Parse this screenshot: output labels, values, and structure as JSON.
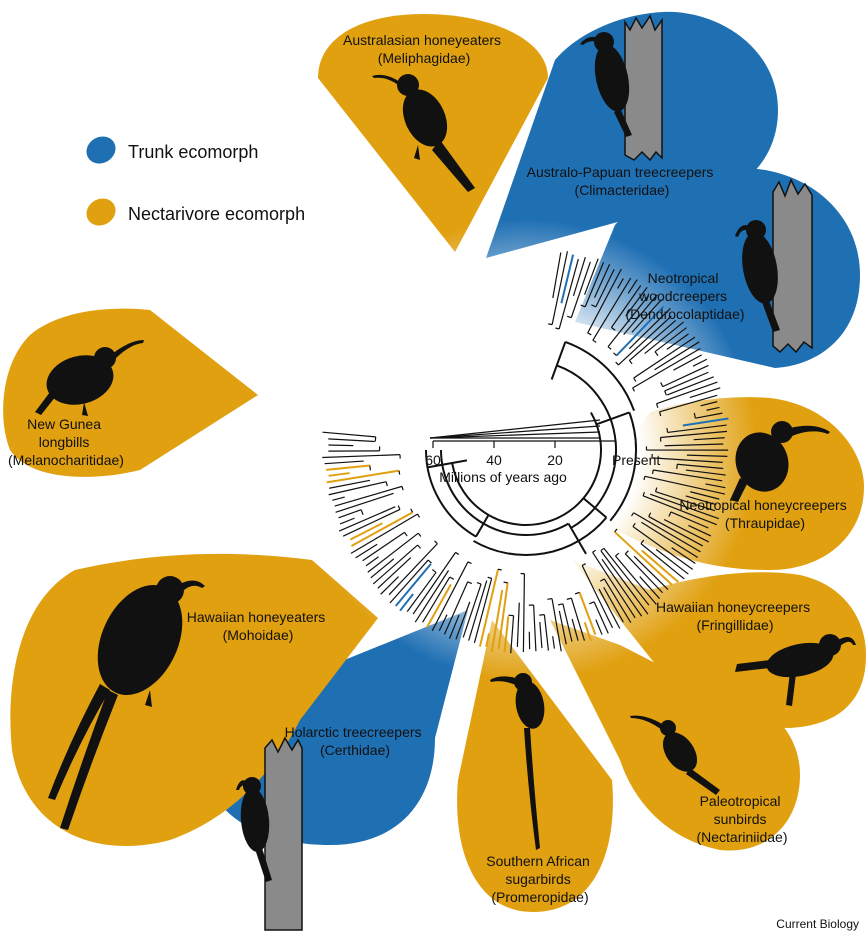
{
  "colors": {
    "trunk": "#1f6fb3",
    "nectarivore": "#e0a010",
    "branch": "#111111",
    "bark": "#8a8a8a",
    "silhouette": "#111111"
  },
  "legend": {
    "trunk_label": "Trunk ecomorph",
    "nectarivore_label": "Nectarivore ecomorph"
  },
  "axis": {
    "ticks": [
      "60",
      "40",
      "20",
      "Present"
    ],
    "title": "Millions of years ago"
  },
  "clades": [
    {
      "id": "meliphagidae",
      "ecomorph": "nectarivore",
      "icon": "honeyeater-silhouette-icon",
      "lines": [
        "Australasian honeyeaters",
        "(Meliphagidae)"
      ]
    },
    {
      "id": "climacteridae",
      "ecomorph": "trunk",
      "icon": "treecreeper-on-trunk-icon",
      "lines": [
        "Australo-Papuan treecreepers",
        "(Climacteridae)"
      ]
    },
    {
      "id": "dendrocolaptidae",
      "ecomorph": "trunk",
      "icon": "woodcreeper-on-trunk-icon",
      "lines": [
        "Neotropical",
        "woodcreepers",
        "(Dendrocolaptidae)"
      ]
    },
    {
      "id": "thraupidae",
      "ecomorph": "nectarivore",
      "icon": "honeycreeper-silhouette-icon",
      "lines": [
        "Neotropical honeycreepers",
        "(Thraupidae)"
      ]
    },
    {
      "id": "fringillidae",
      "ecomorph": "nectarivore",
      "icon": "hawaiian-honeycreeper-silhouette-icon",
      "lines": [
        "Hawaiian honeycreepers",
        "(Fringillidae)"
      ]
    },
    {
      "id": "nectariniidae",
      "ecomorph": "nectarivore",
      "icon": "sunbird-silhouette-icon",
      "lines": [
        "Paleotropical",
        "sunbirds",
        "(Nectariniidae)"
      ]
    },
    {
      "id": "promeropidae",
      "ecomorph": "nectarivore",
      "icon": "sugarbird-silhouette-icon",
      "lines": [
        "Southern African",
        "sugarbirds",
        "(Promeropidae)"
      ]
    },
    {
      "id": "certhidae",
      "ecomorph": "trunk",
      "icon": "holarctic-treecreeper-on-trunk-icon",
      "lines": [
        "Holarctic treecreepers",
        "(Certhidae)"
      ]
    },
    {
      "id": "mohoidae",
      "ecomorph": "nectarivore",
      "icon": "hawaiian-honeyeater-silhouette-icon",
      "lines": [
        "Hawaiian honeyeaters",
        "(Mohoidae)"
      ]
    },
    {
      "id": "melanocharitidae",
      "ecomorph": "nectarivore",
      "icon": "longbill-silhouette-icon",
      "lines": [
        "New Gunea",
        "longbills",
        "(Melanocharitidae)"
      ]
    }
  ],
  "credit": "Current Biology"
}
